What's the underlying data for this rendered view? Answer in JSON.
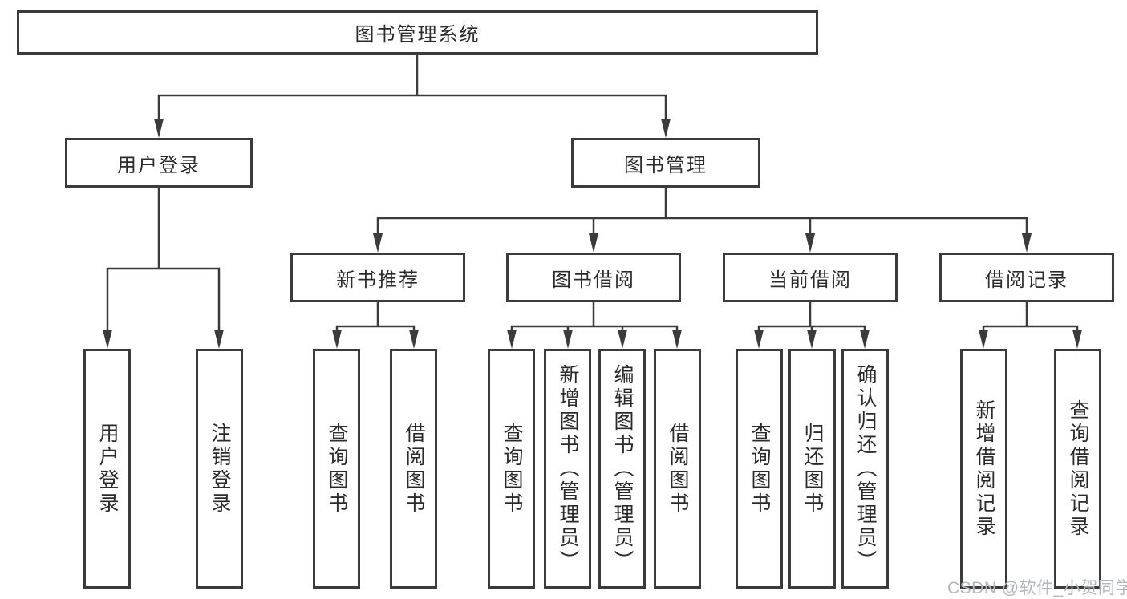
{
  "root_label": "图书管理系统",
  "level2": {
    "user_login": "用户登录",
    "book_mgmt": "图书管理"
  },
  "level3": {
    "new_books": "新书推荐",
    "borrowing": "图书借阅",
    "current": "当前借阅",
    "records": "借阅记录"
  },
  "leaves": {
    "user_login": [
      "用户登录",
      "注销登录"
    ],
    "new_books": [
      "查询图书",
      "借阅图书"
    ],
    "borrowing": [
      "查询图书",
      "新增图书（管理员）",
      "编辑图书（管理员）",
      "借阅图书"
    ],
    "current": [
      "查询图书",
      "归还图书",
      "确认归还（管理员）"
    ],
    "records": [
      "新增借阅记录",
      "查询借阅记录"
    ]
  },
  "watermark": "CSDN @软件_小贺同学",
  "colors": {
    "line": "#3b3b3b",
    "box_border": "#3b3b3b",
    "text": "#2b2b2b",
    "watermark": "#b3b6ba",
    "background": "#ffffff"
  }
}
